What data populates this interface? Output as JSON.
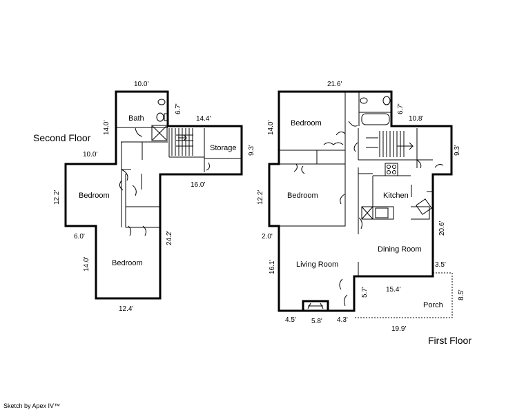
{
  "floors": {
    "second": {
      "label": "Second Floor",
      "rooms": {
        "bath": "Bath",
        "storage": "Storage",
        "bedroom_a": "Bedroom",
        "bedroom_b": "Bedroom"
      },
      "dims": {
        "top": "10.0'",
        "bath_side": "6.7'",
        "storage_top": "14.4'",
        "left_upper": "14.0'",
        "step": "10.0'",
        "storage_side": "9.3'",
        "mid_right": "16.0'",
        "left_mid": "12.2'",
        "step2": "6.0'",
        "right_lower": "24.2'",
        "left_lower": "14.0'",
        "bottom": "12.4'"
      }
    },
    "first": {
      "label": "First Floor",
      "rooms": {
        "bedroom_top": "Bedroom",
        "bedroom_mid": "Bedroom",
        "kitchen": "Kitchen",
        "dining": "Dining Room",
        "living": "Living Room",
        "porch": "Porch"
      },
      "dims": {
        "top": "21.6'",
        "bath_side": "6.7'",
        "right_top": "10.8'",
        "left_top": "14.0'",
        "right_side": "9.3'",
        "left_mid": "12.2'",
        "dining_side": "20.6'",
        "step": "2.0'",
        "left_lower": "16.1'",
        "porch_step": "3.5'",
        "porch_top": "15.4'",
        "porch_side": "8.5'",
        "entry_side": "5.7'",
        "bottom_left": "4.5'",
        "fireplace": "5.8'",
        "entry": "4.3'",
        "porch_bottom": "19.9'"
      }
    }
  },
  "credit": "Sketch by Apex IV™"
}
